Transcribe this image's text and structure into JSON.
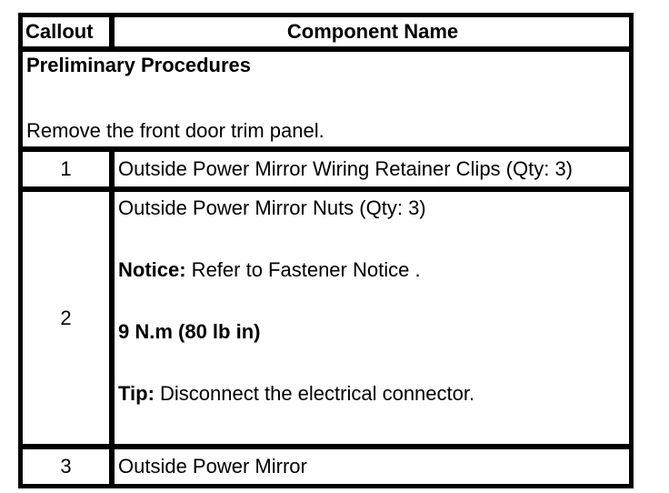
{
  "document": {
    "header": {
      "callout_label": "Callout",
      "component_label": "Component Name"
    },
    "preliminary": {
      "title": "Preliminary Procedures",
      "instruction": "Remove the front door trim panel."
    },
    "rows": [
      {
        "callout": "1",
        "lines": [
          {
            "bold": "",
            "text": "Outside Power Mirror Wiring Retainer Clips (Qty: 3)"
          }
        ]
      },
      {
        "callout": "2",
        "lines": [
          {
            "bold": "",
            "text": "Outside Power Mirror Nuts (Qty: 3)"
          },
          {
            "bold": "Notice:",
            "text": " Refer to Fastener Notice ."
          },
          {
            "bold": "9 N.m (80 lb in)",
            "text": ""
          },
          {
            "bold": "Tip:",
            "text": " Disconnect the electrical connector."
          }
        ]
      },
      {
        "callout": "3",
        "lines": [
          {
            "bold": "",
            "text": "Outside Power Mirror"
          }
        ]
      }
    ],
    "colors": {
      "border": "#000000",
      "background": "#ffffff",
      "text": "#000000"
    }
  }
}
